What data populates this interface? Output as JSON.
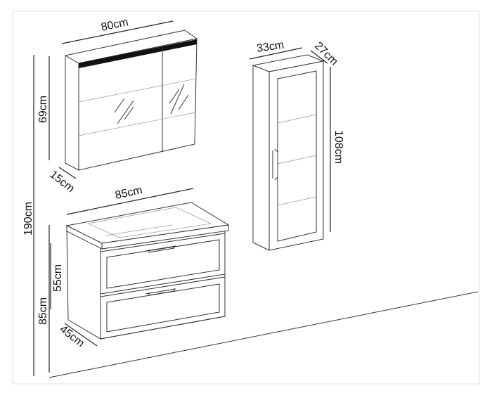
{
  "title": "Bathroom furniture set dimensions",
  "dimensions": {
    "mirror_width": "80cm",
    "mirror_height": "69cm",
    "mirror_depth": "15cm",
    "total_height": "190cm",
    "vanity_width": "85cm",
    "vanity_height": "55cm",
    "vanity_mount_height": "85cm",
    "vanity_depth": "45cm",
    "tall_width": "33cm",
    "tall_depth": "27cm",
    "tall_height": "108cm"
  },
  "colors": {
    "line": "#333333",
    "led_strip": "#111111",
    "frame": "#dddddd"
  }
}
